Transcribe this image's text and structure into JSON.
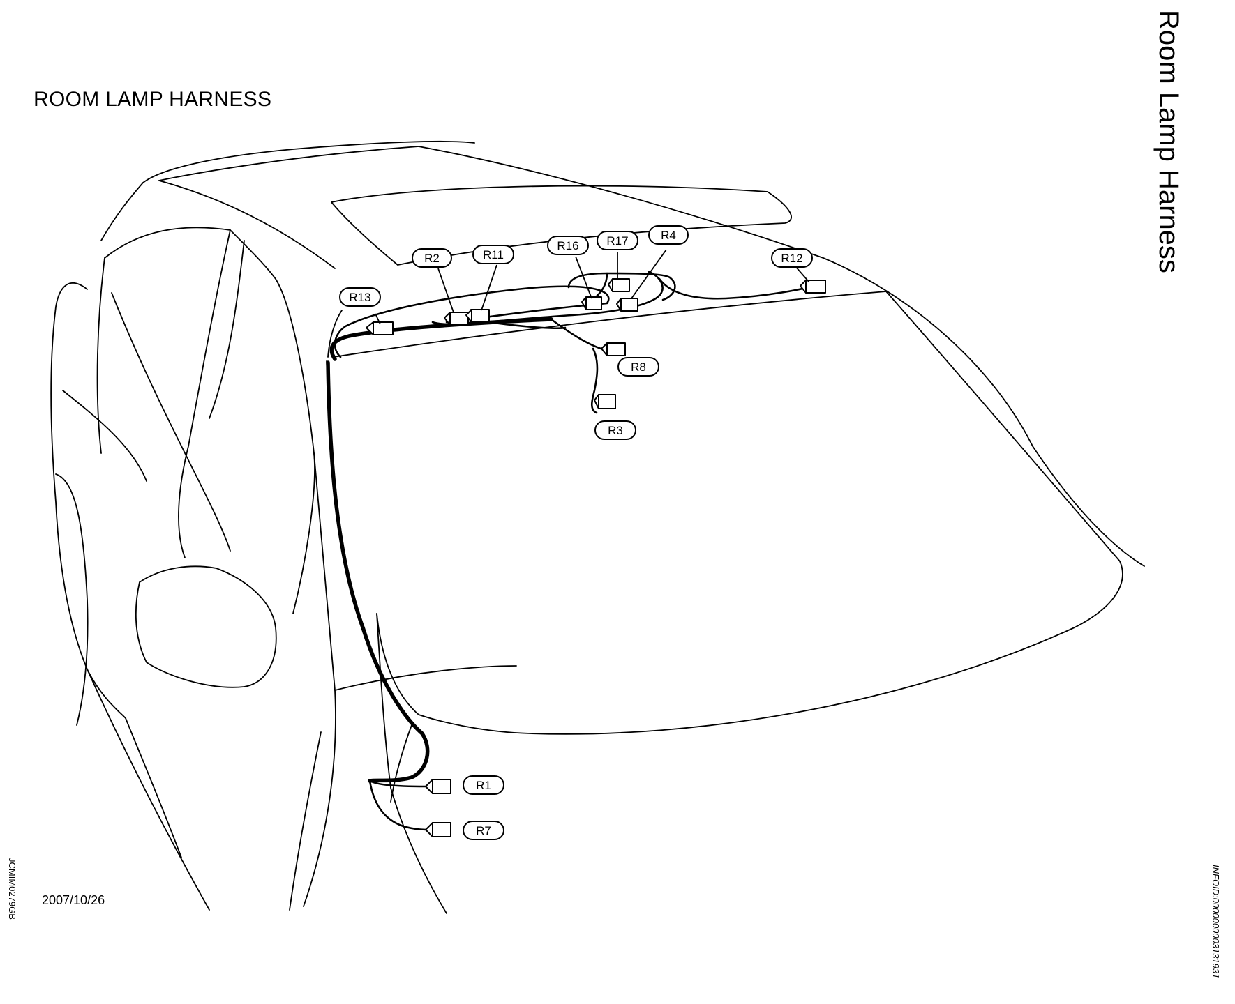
{
  "title": "ROOM LAMP HARNESS",
  "side_title": "Room Lamp Harness",
  "reference_code": "JCMIM0279GB",
  "info_id": "INFOID:0000000003131931",
  "date": "2007/10/26",
  "connectors": [
    {
      "id": "R13",
      "label": "R13"
    },
    {
      "id": "R2",
      "label": "R2"
    },
    {
      "id": "R11",
      "label": "R11"
    },
    {
      "id": "R16",
      "label": "R16"
    },
    {
      "id": "R17",
      "label": "R17"
    },
    {
      "id": "R4",
      "label": "R4"
    },
    {
      "id": "R12",
      "label": "R12"
    },
    {
      "id": "R8",
      "label": "R8"
    },
    {
      "id": "R3",
      "label": "R3"
    },
    {
      "id": "R1",
      "label": "R1"
    },
    {
      "id": "R7",
      "label": "R7"
    }
  ]
}
